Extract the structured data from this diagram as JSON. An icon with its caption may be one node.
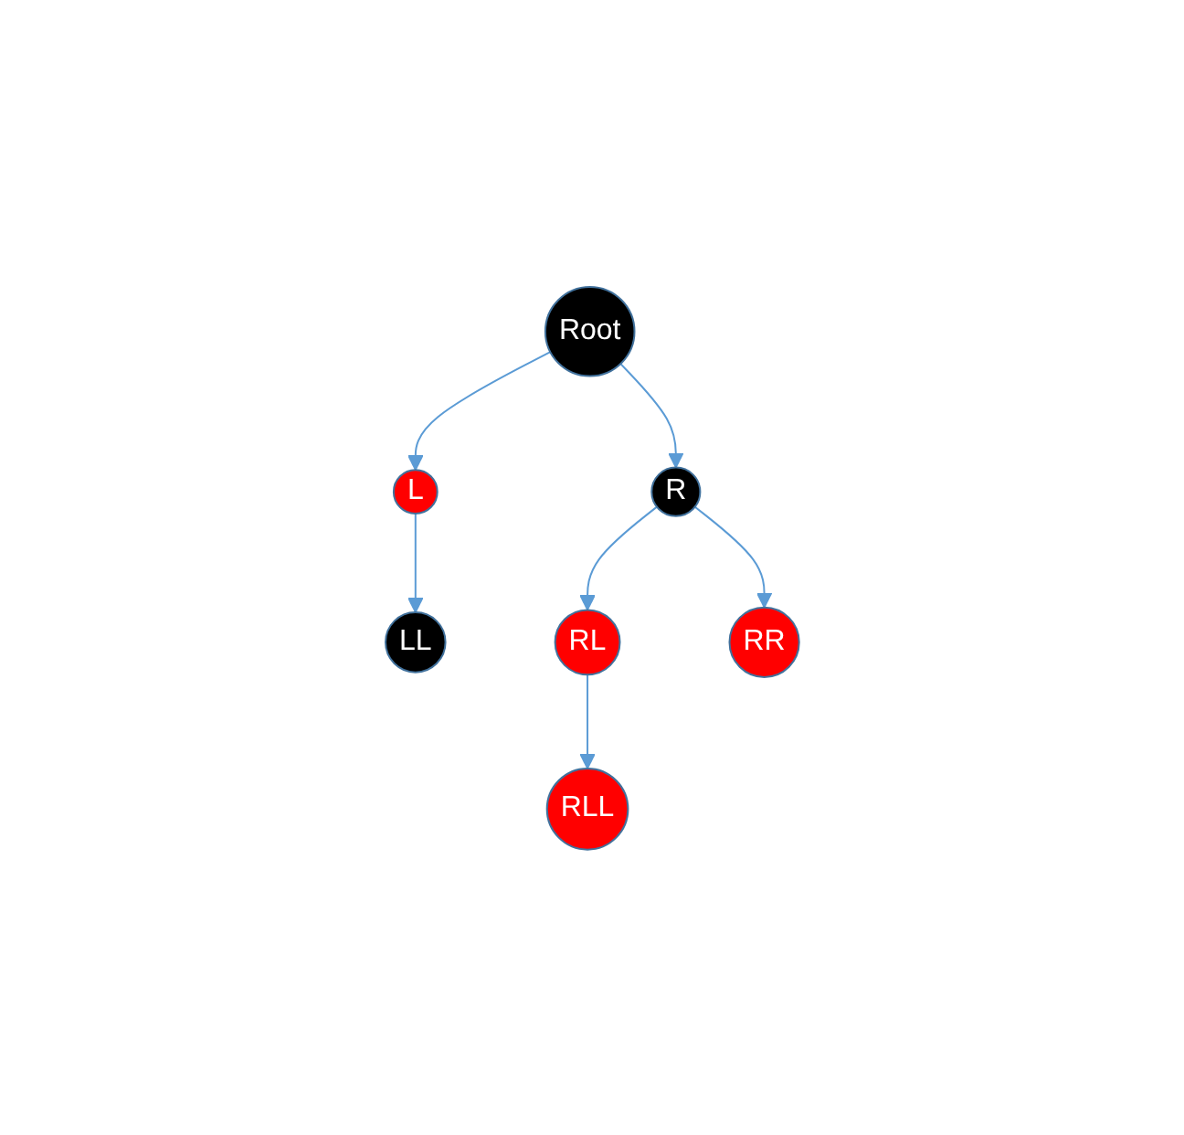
{
  "diagram": {
    "nodes": [
      {
        "text": [
          "Root"
        ]
      },
      {
        "text": [
          "L"
        ]
      },
      {
        "text": [
          "R"
        ]
      },
      {
        "text": [
          "LL"
        ]
      },
      {
        "text": [
          "RL"
        ]
      },
      {
        "text": [
          "RR"
        ]
      },
      {
        "text": [
          "RLL"
        ]
      }
    ],
    "edges": [
      {
        "from": 0,
        "to": 1,
        "arrow": "to"
      },
      {
        "from": 0,
        "to": 2,
        "arrow": "to"
      },
      {
        "from": 1,
        "to": 3,
        "arrow": "to"
      },
      {
        "from": 2,
        "to": 4,
        "arrow": "to"
      },
      {
        "from": 2,
        "to": 5,
        "arrow": "to"
      },
      {
        "from": 4,
        "to": 6,
        "arrow": "to"
      }
    ]
  }
}
